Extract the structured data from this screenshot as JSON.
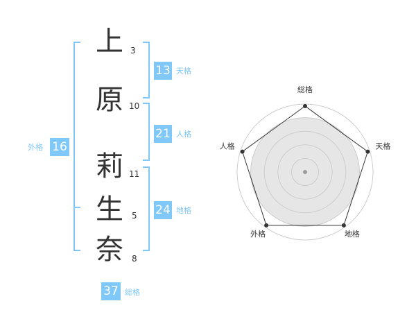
{
  "name": {
    "characters": [
      {
        "char": "上",
        "strokes": "3"
      },
      {
        "char": "原",
        "strokes": "10"
      },
      {
        "char": "莉",
        "strokes": "11"
      },
      {
        "char": "生",
        "strokes": "5"
      },
      {
        "char": "奈",
        "strokes": "8"
      }
    ]
  },
  "fortunes": {
    "ten": {
      "value": "13",
      "label": "天格"
    },
    "jin": {
      "value": "21",
      "label": "人格"
    },
    "chi": {
      "value": "24",
      "label": "地格"
    },
    "gai": {
      "value": "16",
      "label": "外格"
    },
    "sou": {
      "value": "37",
      "label": "総格"
    }
  },
  "radar": {
    "axes": [
      "総格",
      "天格",
      "地格",
      "外格",
      "人格"
    ],
    "values": [
      1,
      1,
      1,
      1,
      1
    ],
    "max": 1,
    "rings": 5,
    "colors": {
      "ring": "#cccccc",
      "fill": "#e6e6e6",
      "line": "#333333",
      "point": "#333333",
      "center": "#999999"
    }
  },
  "colors": {
    "accent": "#7fc8f8",
    "text": "#333333"
  }
}
